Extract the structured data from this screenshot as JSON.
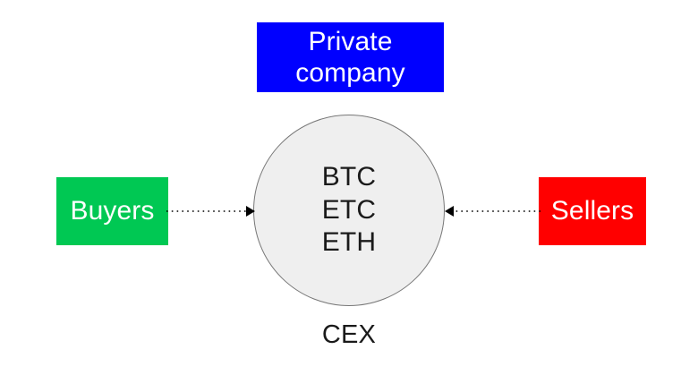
{
  "diagram": {
    "title_text": "CEX",
    "background_color": "#ffffff",
    "nodes": {
      "private_company": {
        "label": "Private\ncompany",
        "fill_color": "#0000ff",
        "text_color": "#ffffff"
      },
      "buyers": {
        "label": "Buyers",
        "fill_color": "#00c853",
        "text_color": "#ffffff"
      },
      "sellers": {
        "label": "Sellers",
        "fill_color": "#ff0000",
        "text_color": "#ffffff"
      },
      "exchange": {
        "caption": "CEX",
        "fill_color": "#efefef",
        "border_color": "#777777",
        "assets": [
          {
            "symbol": "BTC"
          },
          {
            "symbol": "ETC"
          },
          {
            "symbol": "ETH"
          }
        ]
      }
    },
    "edges": [
      {
        "name": "buyers-to-exchange",
        "from": "buyers",
        "to": "exchange",
        "style": "dotted",
        "direction": "right",
        "color": "#000000"
      },
      {
        "name": "sellers-to-exchange",
        "from": "sellers",
        "to": "exchange",
        "style": "dotted",
        "direction": "left",
        "color": "#000000"
      }
    ]
  }
}
